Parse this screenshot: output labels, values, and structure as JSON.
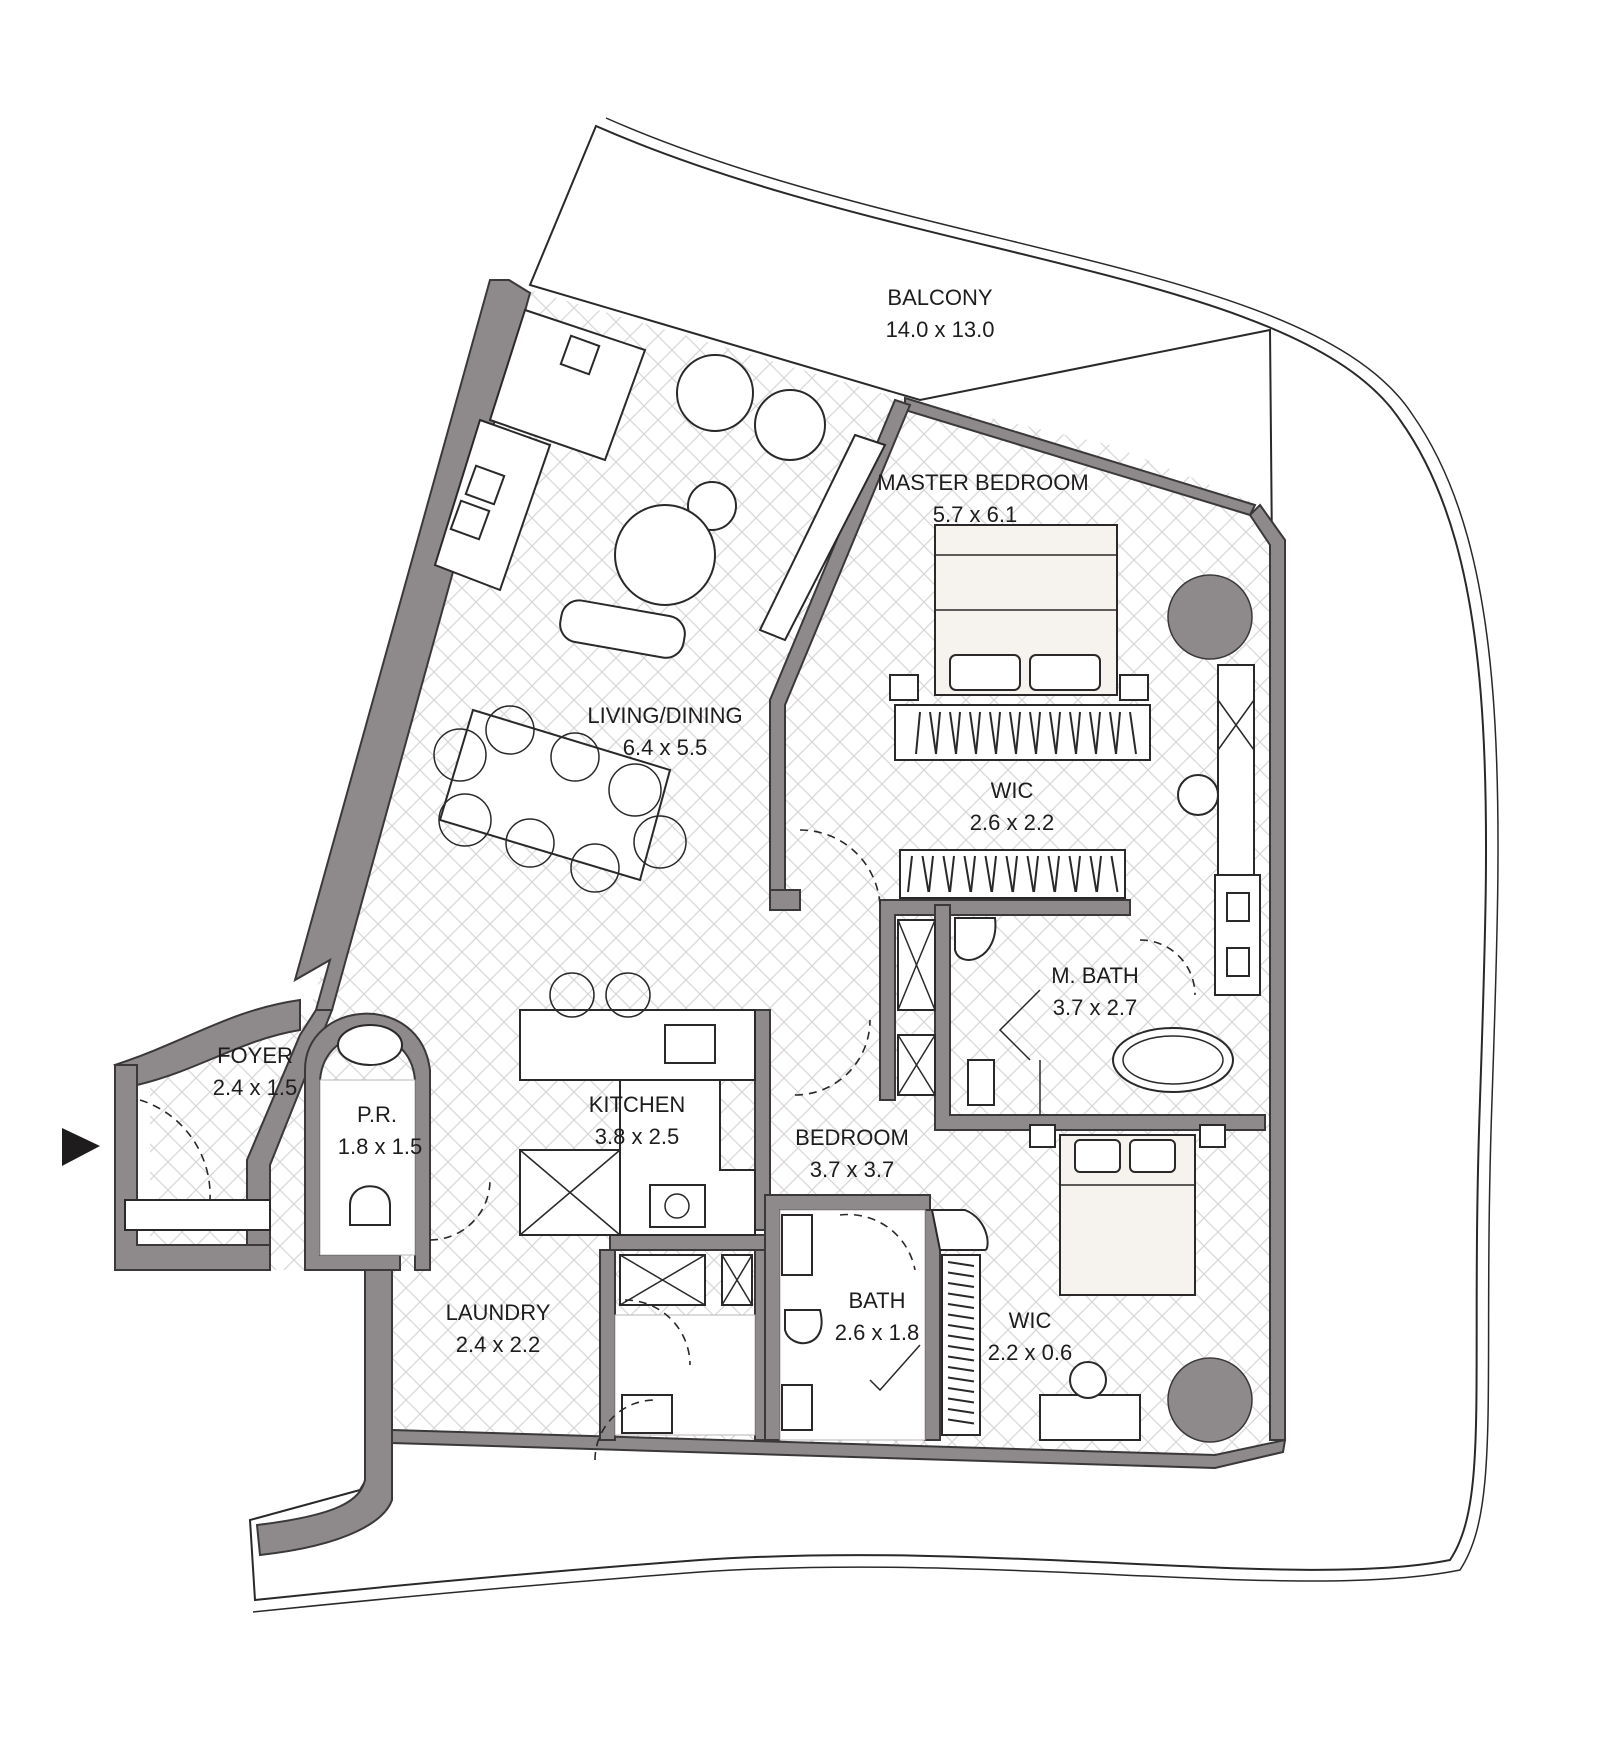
{
  "rooms": {
    "balcony": {
      "name": "BALCONY",
      "dims": "14.0 x 13.0"
    },
    "master_bedroom": {
      "name": "MASTER BEDROOM",
      "dims": "5.7 x 6.1"
    },
    "living_dining": {
      "name": "LIVING/DINING",
      "dims": "6.4 x 5.5"
    },
    "wic_master": {
      "name": "WIC",
      "dims": "2.6 x 2.2"
    },
    "m_bath": {
      "name": "M. BATH",
      "dims": "3.7 x 2.7"
    },
    "foyer": {
      "name": "FOYER",
      "dims": "2.4 x 1.5"
    },
    "kitchen": {
      "name": "KITCHEN",
      "dims": "3.8 x 2.5"
    },
    "powder_room": {
      "name": "P.R.",
      "dims": "1.8 x 1.5"
    },
    "bedroom": {
      "name": "BEDROOM",
      "dims": "3.7 x 3.7"
    },
    "laundry": {
      "name": "LAUNDRY",
      "dims": "2.4 x 2.2"
    },
    "bath": {
      "name": "BATH",
      "dims": "2.6 x 1.8"
    },
    "wic_bedroom": {
      "name": "WIC",
      "dims": "2.2 x 0.6"
    }
  },
  "colors": {
    "wall": "#8e8a8b",
    "line": "#2a2829",
    "floor_pattern": "#d8d5d5",
    "bed_fill": "#f6f3ee",
    "entry_arrow": "#1e1c1d"
  },
  "icons": {
    "entry": "entry-arrow-icon"
  }
}
